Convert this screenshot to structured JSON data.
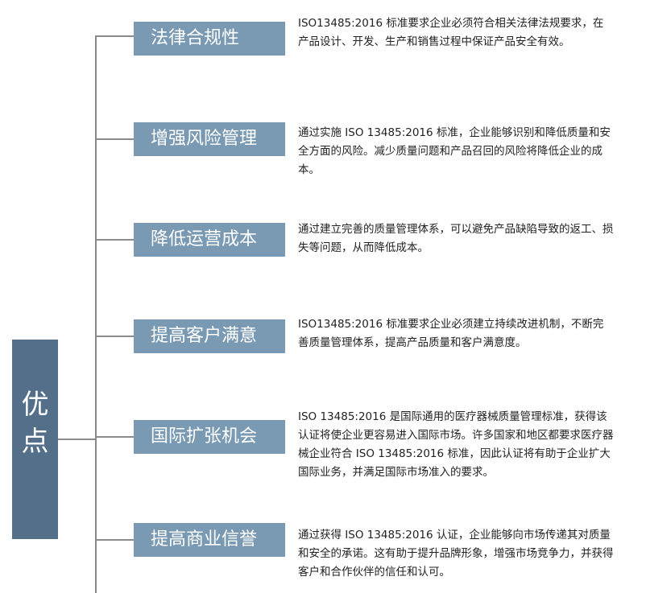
{
  "root": {
    "label_line1": "优",
    "label_line2": "点"
  },
  "benefits": [
    {
      "title": "法律合规性",
      "description": "ISO13485:2016 标准要求企业必须符合相关法律法规要求，在产品设计、开发、生产和销售过程中保证产品安全有效。"
    },
    {
      "title": "增强风险管理",
      "description": "通过实施 ISO 13485:2016 标准，企业能够识别和降低质量和安全方面的风险。减少质量问题和产品召回的风险将降低企业的成本。"
    },
    {
      "title": "降低运营成本",
      "description": "通过建立完善的质量管理体系，可以避免产品缺陷导致的返工、损失等问题，从而降低成本。"
    },
    {
      "title": "提高客户满意",
      "description": "ISO13485:2016 标准要求企业必须建立持续改进机制，不断完善质量管理体系，提高产品质量和客户满意度。"
    },
    {
      "title": "国际扩张机会",
      "description": "ISO 13485:2016 是国际通用的医疗器械质量管理标准，获得该认证将使企业更容易进入国际市场。许多国家和地区都要求医疗器械企业符合 ISO 13485:2016 标准，因此认证将有助于企业扩大国际业务，并满足国际市场准入的要求。"
    },
    {
      "title": "提高商业信誉",
      "description": "通过获得 ISO 13485:2016 认证，企业能够向市场传递其对质量和安全的承诺。这有助于提升品牌形象，增强市场竞争力，并获得客户和合作伙伴的信任和认可。"
    }
  ]
}
